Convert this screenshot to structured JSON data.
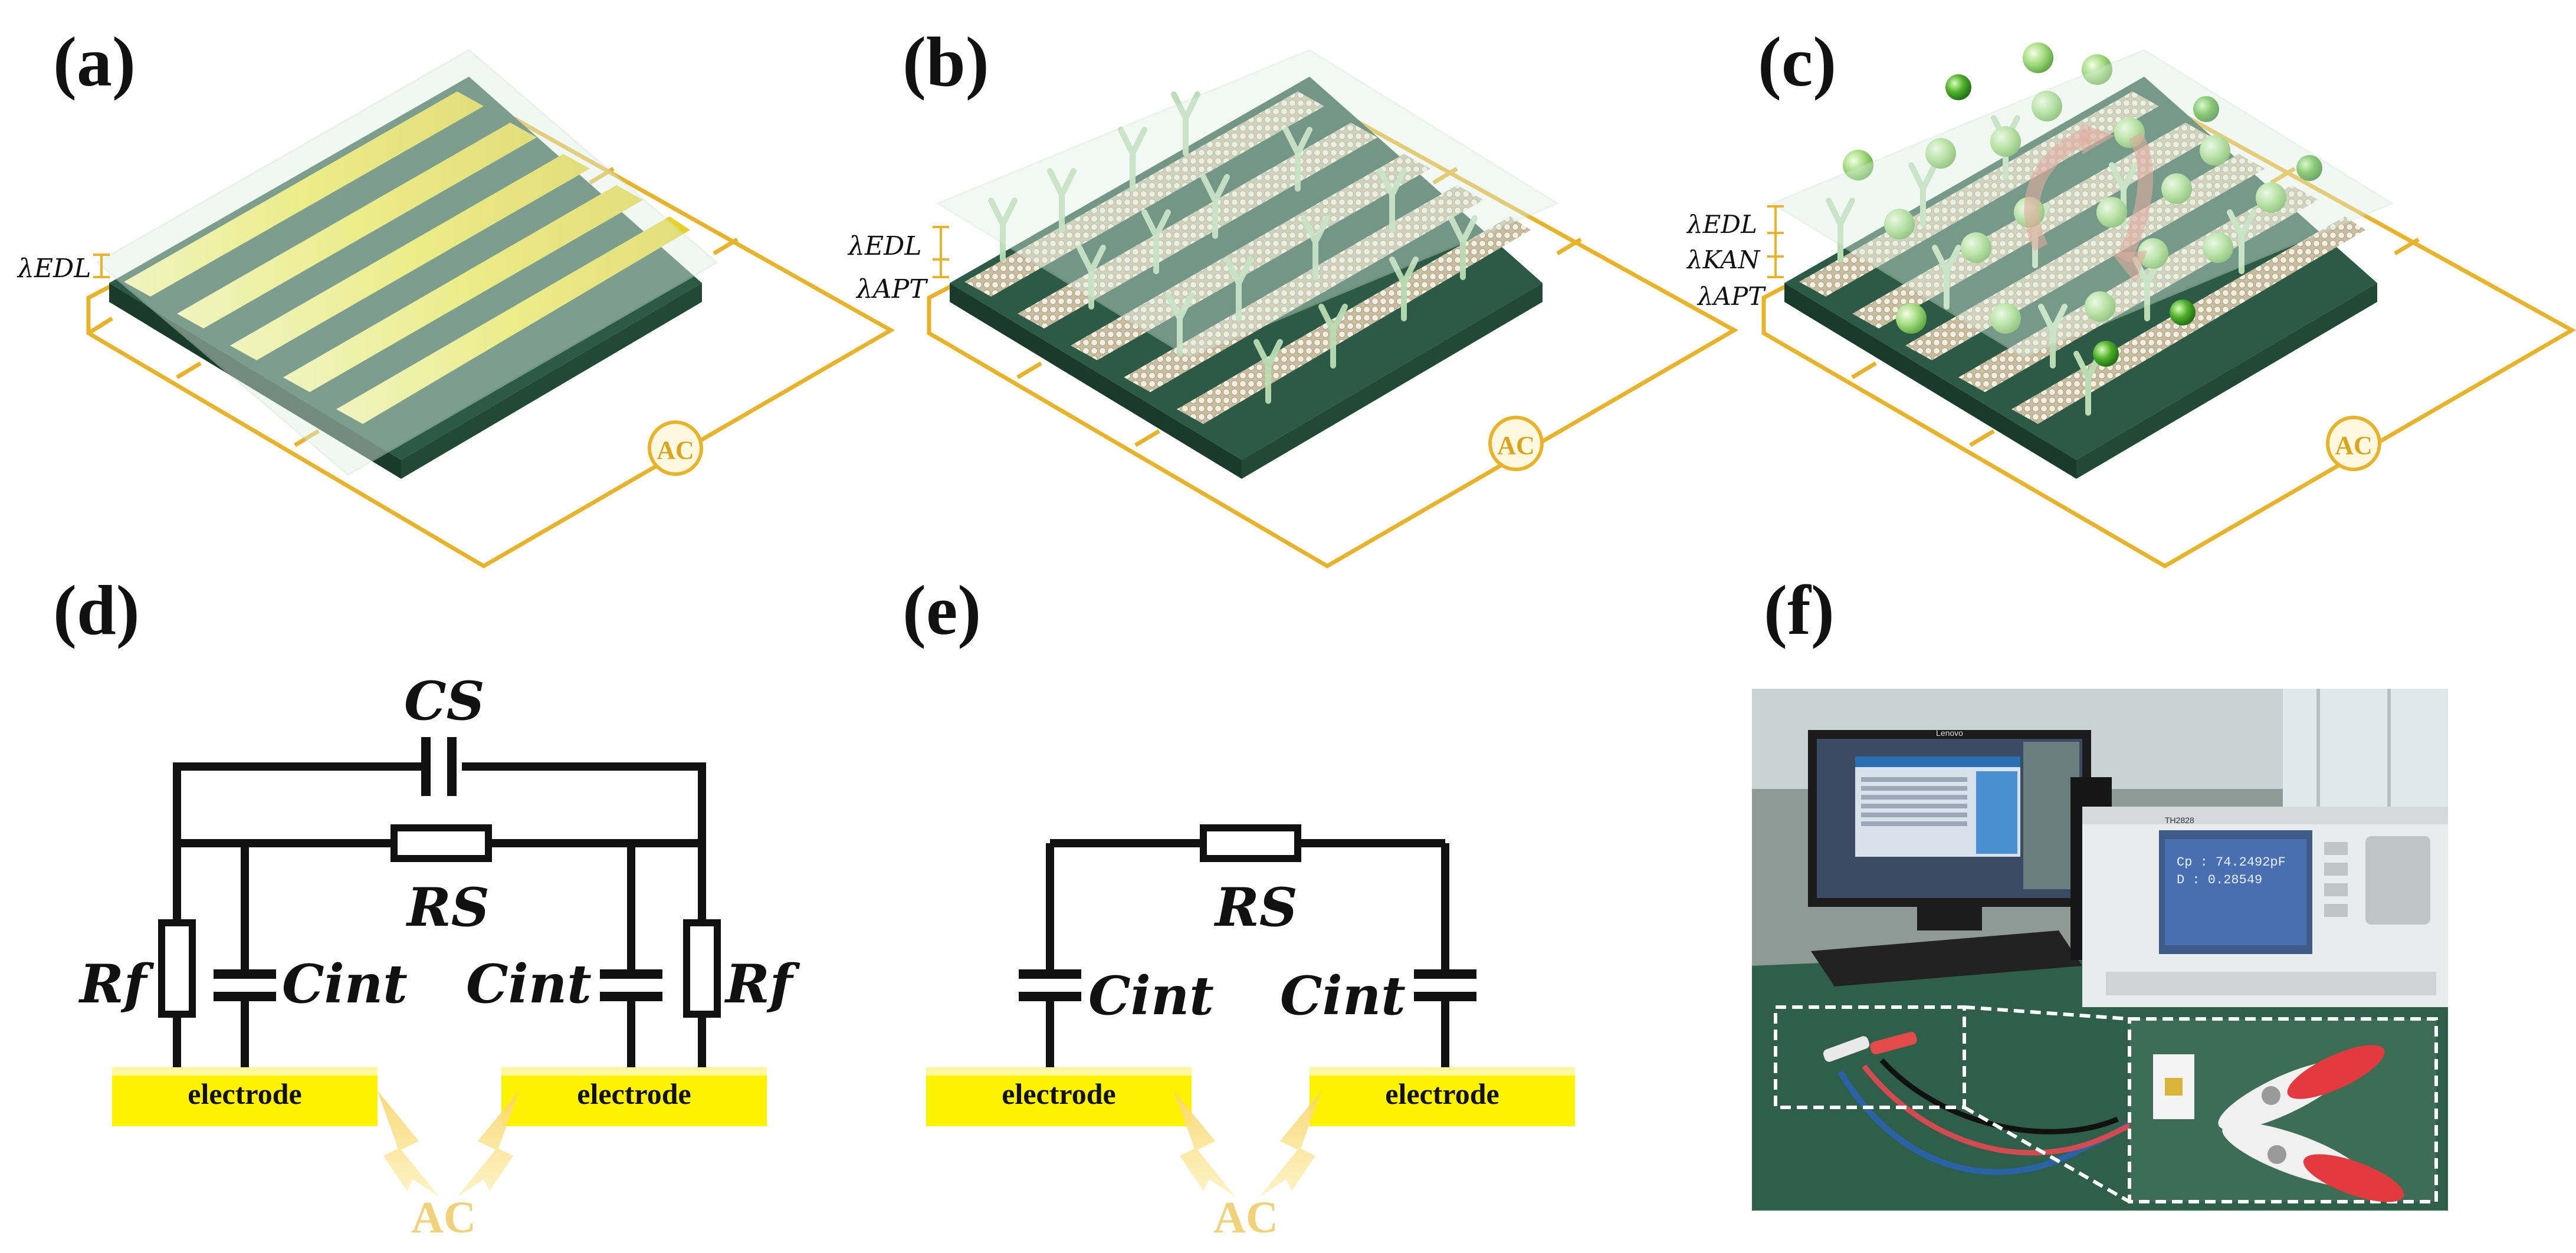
{
  "panels": {
    "a": {
      "label": "(a)",
      "lambda": [
        "λEDL"
      ],
      "source": "AC"
    },
    "b": {
      "label": "(b)",
      "lambda": [
        "λEDL",
        "λAPT"
      ],
      "source": "AC"
    },
    "c": {
      "label": "(c)",
      "lambda": [
        "λEDL",
        "λKAN",
        "λAPT"
      ],
      "source": "AC"
    },
    "d": {
      "label": "(d)"
    },
    "e": {
      "label": "(e)"
    },
    "f": {
      "label": "(f)"
    }
  },
  "circuit_d": {
    "components": {
      "top_capacitor": "CS",
      "middle_resistor": "RS",
      "left_resistor": "Rf",
      "right_resistor": "Rf",
      "left_capacitor": "Cint",
      "right_capacitor": "Cint"
    },
    "electrodes": [
      "electrode",
      "electrode"
    ],
    "source": "AC"
  },
  "circuit_e": {
    "components": {
      "middle_resistor": "RS",
      "left_capacitor": "Cint",
      "right_capacitor": "Cint"
    },
    "electrodes": [
      "electrode",
      "electrode"
    ],
    "source": "AC"
  },
  "photo": {
    "brand": "TH2828",
    "subtitle": "Precision LCR Meter",
    "screen": {
      "cp": "Cp : 74.2492pF",
      "d": "D : 0.28549"
    },
    "monitor_brand": "Lenovo"
  },
  "colors": {
    "gold": "#e8b32a",
    "substrate": "#1f4a3a",
    "stripe": "#f7ec4a",
    "electrode_bar": "#fff200",
    "ball": "#8ed16a"
  }
}
